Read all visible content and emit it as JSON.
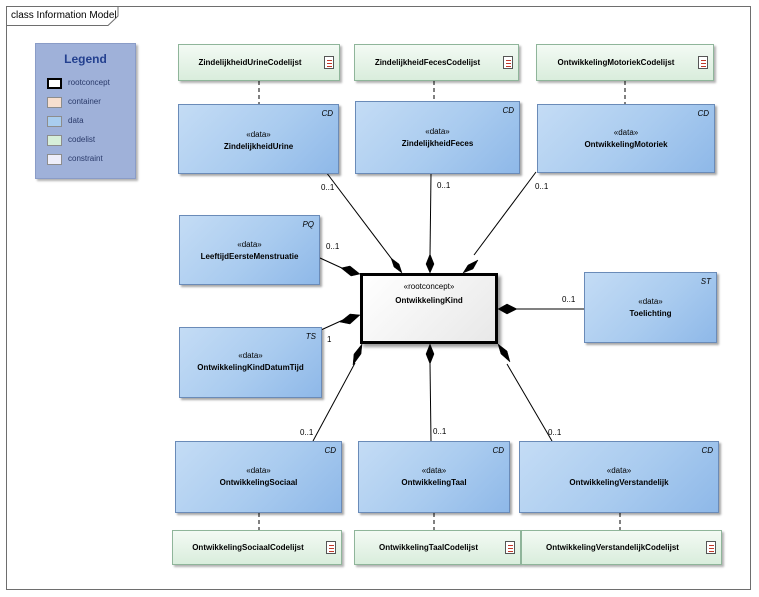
{
  "frame_title": "class Information Model",
  "legend": {
    "title": "Legend",
    "items": [
      {
        "label": "rootconcept",
        "color": "#ffffff"
      },
      {
        "label": "container",
        "color": "#f7dfcf"
      },
      {
        "label": "data",
        "color": "#a9cdef"
      },
      {
        "label": "codelist",
        "color": "#d7efd9"
      },
      {
        "label": "constraint",
        "color": "#eeeefa"
      }
    ]
  },
  "root": {
    "stereotype": "«rootconcept»",
    "name": "OntwikkelingKind"
  },
  "data_classes": [
    {
      "stereotype": "«data»",
      "name": "ZindelijkheidUrine",
      "type": "CD",
      "multiplicity": "0..1"
    },
    {
      "stereotype": "«data»",
      "name": "ZindelijkheidFeces",
      "type": "CD",
      "multiplicity": "0..1"
    },
    {
      "stereotype": "«data»",
      "name": "OntwikkelingMotoriek",
      "type": "CD",
      "multiplicity": "0..1"
    },
    {
      "stereotype": "«data»",
      "name": "LeeftijdEersteMenstruatie",
      "type": "PQ",
      "multiplicity": "0..1"
    },
    {
      "stereotype": "«data»",
      "name": "Toelichting",
      "type": "ST",
      "multiplicity": "0..1"
    },
    {
      "stereotype": "«data»",
      "name": "OntwikkelingKindDatumTijd",
      "type": "TS",
      "multiplicity": "1"
    },
    {
      "stereotype": "«data»",
      "name": "OntwikkelingSociaal",
      "type": "CD",
      "multiplicity": "0..1"
    },
    {
      "stereotype": "«data»",
      "name": "OntwikkelingTaal",
      "type": "CD",
      "multiplicity": "0..1"
    },
    {
      "stereotype": "«data»",
      "name": "OntwikkelingVerstandelijk",
      "type": "CD",
      "multiplicity": "0..1"
    }
  ],
  "codelists": [
    {
      "name": "ZindelijkheidUrineCodelijst"
    },
    {
      "name": "ZindelijkheidFecesCodelijst"
    },
    {
      "name": "OntwikkelingMotoriekCodelijst"
    },
    {
      "name": "OntwikkelingSociaalCodelijst"
    },
    {
      "name": "OntwikkelingTaalCodelijst"
    },
    {
      "name": "OntwikkelingVerstandelijkCodelijst"
    }
  ]
}
